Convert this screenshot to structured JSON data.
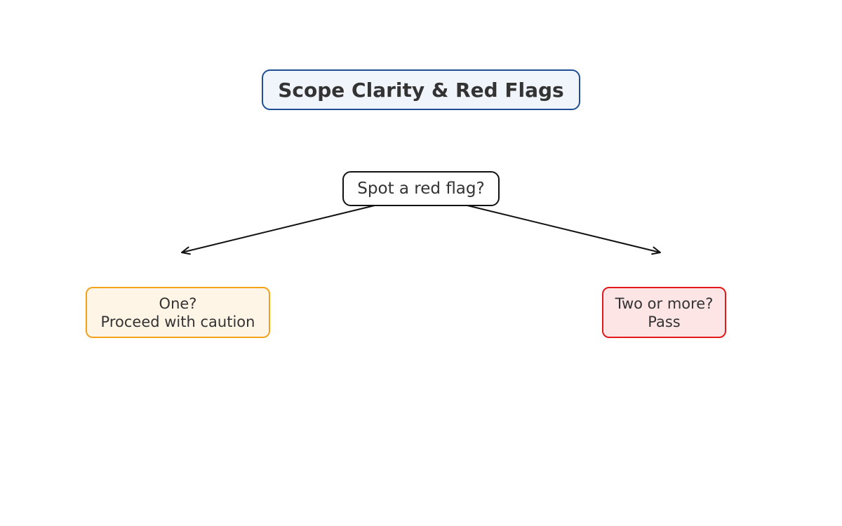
{
  "diagram": {
    "title": "Scope Clarity & Red Flags",
    "question": "Spot a red flag?",
    "branches": [
      {
        "line1": "One?",
        "line2": "Proceed with caution"
      },
      {
        "line1": "Two or more?",
        "line2": "Pass"
      }
    ]
  },
  "colors": {
    "title_border": "#1f4e96",
    "title_fill": "#f0f4fb",
    "question_border": "#111111",
    "question_fill": "#ffffff",
    "caution_border": "#f5a21b",
    "caution_fill": "#fff5e6",
    "pass_border": "#e3191c",
    "pass_fill": "#fde5e6",
    "arrow": "#111111",
    "text": "#333333"
  }
}
